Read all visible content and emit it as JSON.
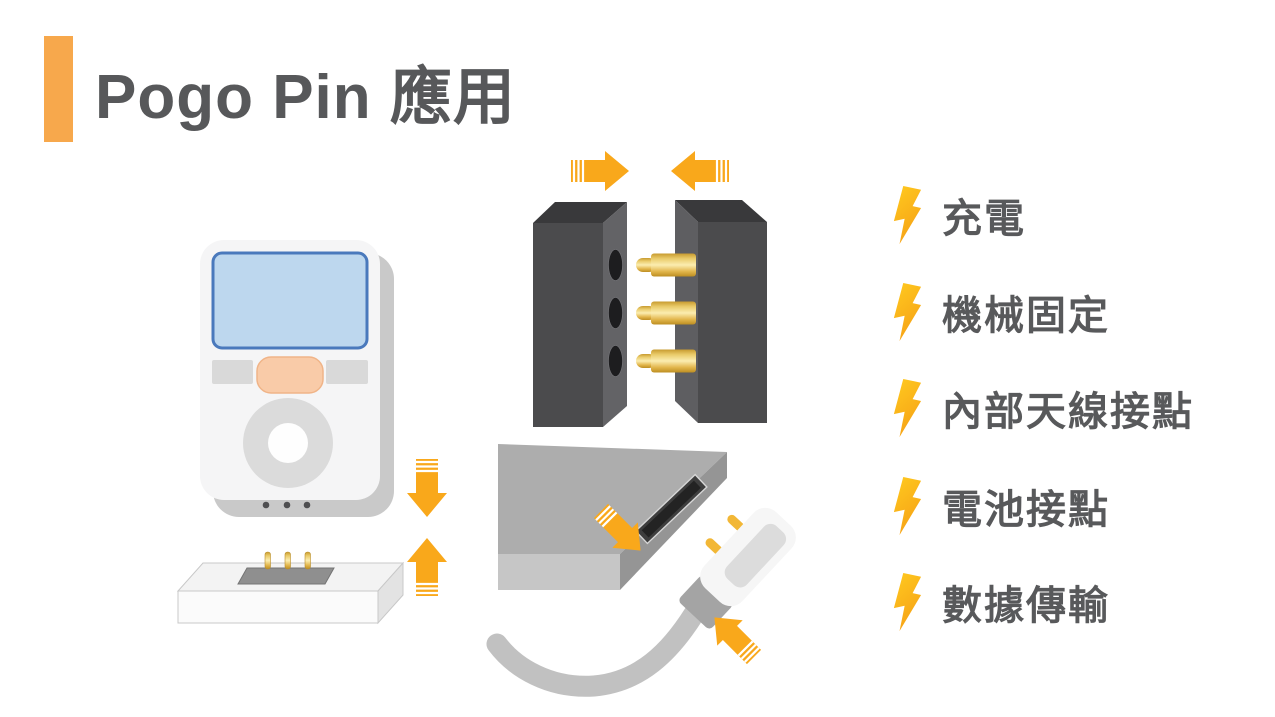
{
  "slide": {
    "title": "Pogo Pin 應用"
  },
  "theme": {
    "colors": {
      "accent": "#F7A84C",
      "arrow": "#F9A81B",
      "bolt": "#FBB117",
      "title-text": "#57585A",
      "feature-text": "#58595B",
      "pin-gold": "#EAC468",
      "block-dark": "#4B4B4D",
      "screen-blue": "#BDD7EE"
    }
  },
  "features": {
    "icon": "lightning-bolt",
    "items": [
      {
        "label": "充電"
      },
      {
        "label": "機械固定"
      },
      {
        "label": "內部天線接點"
      },
      {
        "label": "電池接點"
      },
      {
        "label": "數據傳輸"
      }
    ]
  },
  "illustrations": {
    "left": "music-player-with-charging-dock",
    "top_middle": "pogo-pin-connector-blocks",
    "bottom_middle": "laptop-with-magnetic-connector"
  }
}
